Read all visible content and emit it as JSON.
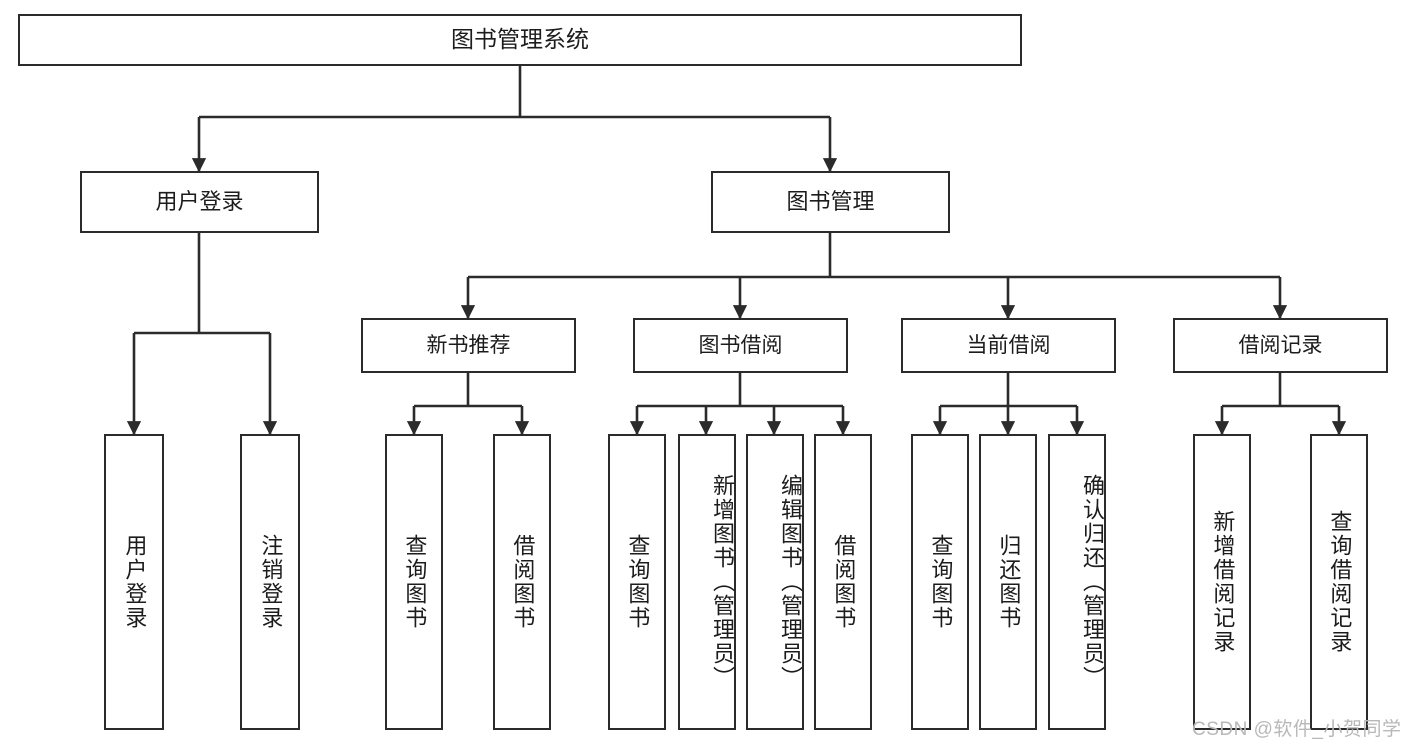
{
  "diagram": {
    "type": "hierarchy-tree",
    "title": "图书管理系统",
    "orientation": "top-down",
    "colors": {
      "box_border": "#2b2b2b",
      "box_fill": "#ffffff",
      "edge": "#2b2b2b",
      "text": "#1c1c1c",
      "watermark": "#b8b8b8",
      "background": "#ffffff"
    }
  },
  "root": {
    "label": "图书管理系统"
  },
  "level2": [
    {
      "label": "用户登录"
    },
    {
      "label": "图书管理"
    }
  ],
  "level3": [
    {
      "label": "新书推荐"
    },
    {
      "label": "图书借阅"
    },
    {
      "label": "当前借阅"
    },
    {
      "label": "借阅记录"
    }
  ],
  "leaves": [
    {
      "label": "用户登录",
      "parent": "用户登录"
    },
    {
      "label": "注销登录",
      "parent": "用户登录"
    },
    {
      "label": "查询图书",
      "parent": "新书推荐"
    },
    {
      "label": "借阅图书",
      "parent": "新书推荐"
    },
    {
      "label": "查询图书",
      "parent": "图书借阅"
    },
    {
      "label": "新增图书（管理员）",
      "parent": "图书借阅"
    },
    {
      "label": "编辑图书（管理员）",
      "parent": "图书借阅"
    },
    {
      "label": "借阅图书",
      "parent": "图书借阅"
    },
    {
      "label": "查询图书",
      "parent": "当前借阅"
    },
    {
      "label": "归还图书",
      "parent": "当前借阅"
    },
    {
      "label": "确认归还（管理员）",
      "parent": "当前借阅"
    },
    {
      "label": "新增借阅记录",
      "parent": "借阅记录"
    },
    {
      "label": "查询借阅记录",
      "parent": "借阅记录"
    }
  ],
  "watermark": {
    "text": "CSDN @软件_小贺同学"
  }
}
